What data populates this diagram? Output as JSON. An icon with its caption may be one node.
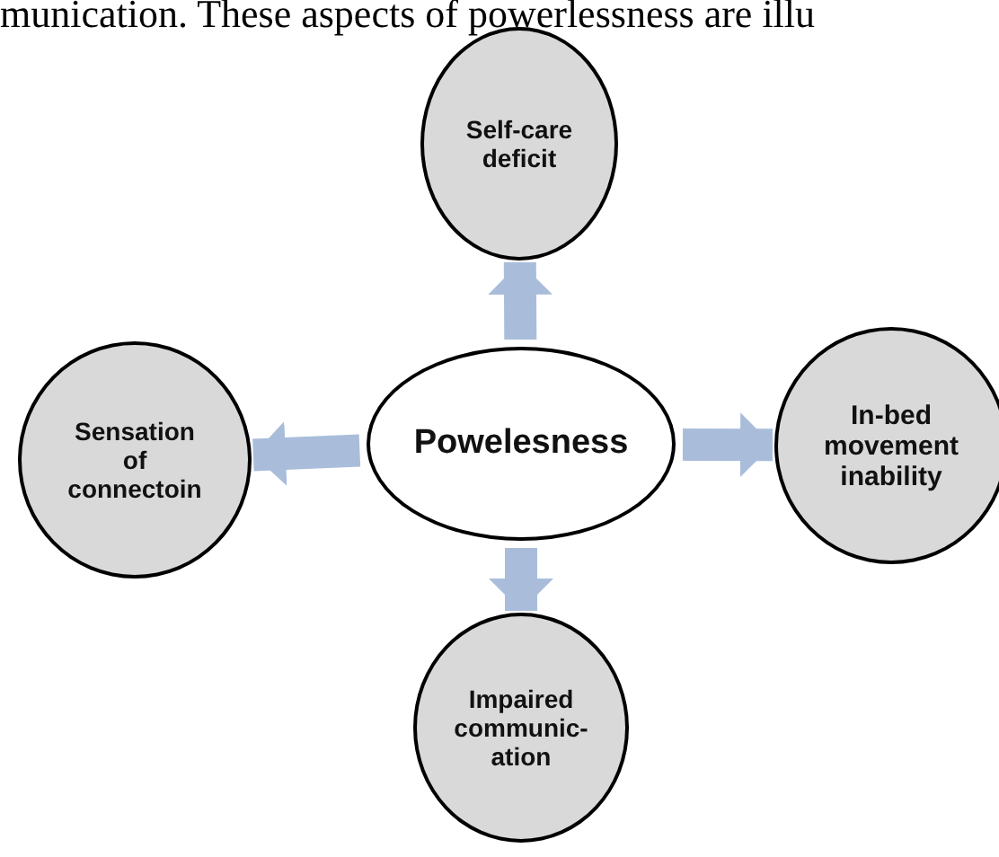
{
  "diagram": {
    "nodes": [
      {
        "text": [
          "Powelesness"
        ]
      },
      {
        "text": [
          "Self-care deficit"
        ]
      },
      {
        "text": [
          "In-bed movement inability"
        ]
      },
      {
        "text": [
          "Impaired communic-ation"
        ]
      },
      {
        "text": [
          "Sensation of connectoin"
        ]
      }
    ],
    "edges": [
      {
        "from": 0,
        "to": 1,
        "arrow": "to"
      },
      {
        "from": 0,
        "to": 2,
        "arrow": "to"
      },
      {
        "from": 0,
        "to": 3,
        "arrow": "to"
      },
      {
        "from": 0,
        "to": 4,
        "arrow": "to"
      }
    ],
    "labels": [
      "munication. These aspects of powerlessness are illu"
    ]
  }
}
